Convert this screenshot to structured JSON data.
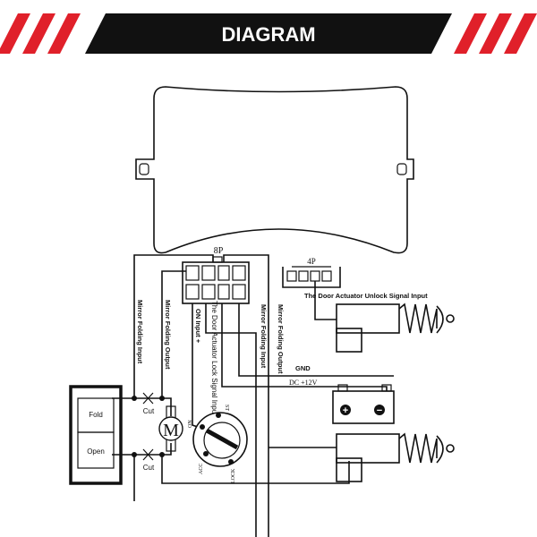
{
  "banner": {
    "title": "DIAGRAM",
    "colors": {
      "band": "#111111",
      "stripe": "#e0202a"
    }
  },
  "connectors": {
    "eight_pin": "8P",
    "four_pin": "4P"
  },
  "wires": {
    "w1": "Mirror Folding Input",
    "w2": "Mirror Folding Output",
    "w3": "ON Input  +",
    "w4": "The Door Actuator Lock Signal Input  +",
    "w5": "Mirror Folding Input",
    "w6": "Mirror Folding Output",
    "unlock": "The Door Actuator Unlock Signal Input",
    "gnd": "GND",
    "dc": "DC  +12V"
  },
  "switch": {
    "fold": "Fold",
    "open": "Open"
  },
  "cut_labels": [
    "Cut",
    "Cut"
  ],
  "motor": "M",
  "ignition": {
    "on": "ON",
    "st": "ST",
    "acc": "ACC",
    "lock": "LOCK"
  },
  "battery": {
    "plus": "+",
    "minus": "−"
  }
}
